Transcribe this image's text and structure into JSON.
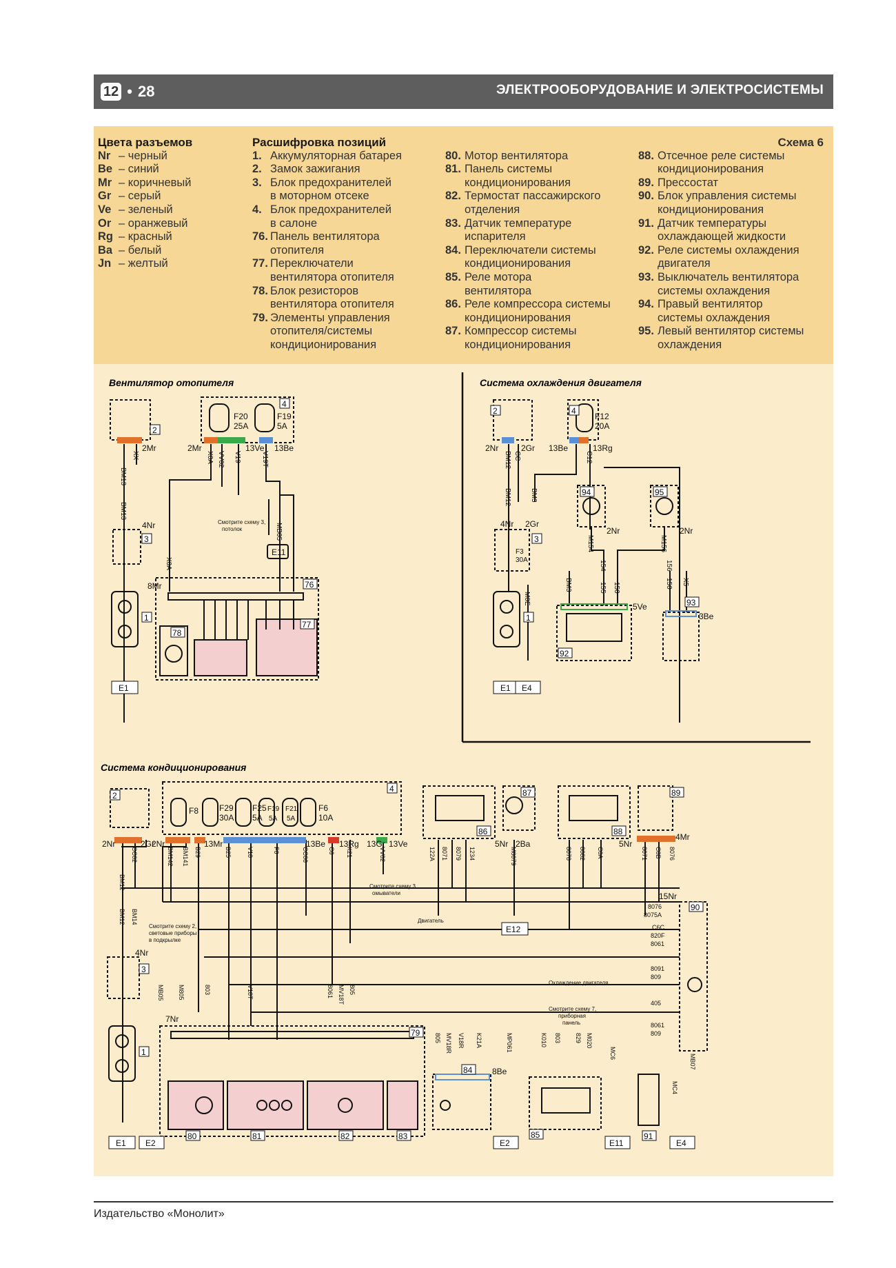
{
  "header": {
    "chapter": "12",
    "page": "28",
    "title": "ЭЛЕКТРООБОРУДОВАНИЕ И ЭЛЕКТРОСИСТЕМЫ"
  },
  "legend": {
    "colors_title": "Цвета разъемов",
    "colors": [
      {
        "code": "Nr",
        "name": "– черный"
      },
      {
        "code": "Be",
        "name": "– синий"
      },
      {
        "code": "Mr",
        "name": "– коричневый"
      },
      {
        "code": "Gr",
        "name": "– серый"
      },
      {
        "code": "Ve",
        "name": "– зеленый"
      },
      {
        "code": "Or",
        "name": "– оранжевый"
      },
      {
        "code": "Rg",
        "name": "– красный"
      },
      {
        "code": "Ba",
        "name": "– белый"
      },
      {
        "code": "Jn",
        "name": "– желтый"
      }
    ],
    "positions_title": "Расшифровка позиций",
    "scheme": "Схема 6",
    "col1": [
      {
        "num": "1.",
        "lines": [
          "Аккумуляторная батарея"
        ]
      },
      {
        "num": "2.",
        "lines": [
          "Замок зажигания"
        ]
      },
      {
        "num": "3.",
        "lines": [
          "Блок предохранителей",
          "в моторном отсеке"
        ]
      },
      {
        "num": "4.",
        "lines": [
          "Блок предохранителей",
          "в салоне"
        ]
      },
      {
        "num": "76.",
        "lines": [
          "Панель вентилятора",
          "отопителя"
        ]
      },
      {
        "num": "77.",
        "lines": [
          "Переключатели",
          "вентилятора отопителя"
        ]
      },
      {
        "num": "78.",
        "lines": [
          "Блок резисторов",
          "вентилятора отопителя"
        ]
      },
      {
        "num": "79.",
        "lines": [
          "Элементы управления",
          "отопителя/системы",
          "кондиционирования"
        ]
      }
    ],
    "col2": [
      {
        "num": "80.",
        "lines": [
          "Мотор вентилятора"
        ]
      },
      {
        "num": "81.",
        "lines": [
          "Панель системы",
          "кондиционирования"
        ]
      },
      {
        "num": "82.",
        "lines": [
          "Термостат пассажирского",
          "отделения"
        ]
      },
      {
        "num": "83.",
        "lines": [
          "Датчик температуре",
          "испарителя"
        ]
      },
      {
        "num": "84.",
        "lines": [
          "Переключатели системы",
          "кондиционирования"
        ]
      },
      {
        "num": "85.",
        "lines": [
          "Реле мотора",
          "вентилятора"
        ]
      },
      {
        "num": "86.",
        "lines": [
          "Реле компрессора системы",
          "кондиционирования"
        ]
      },
      {
        "num": "87.",
        "lines": [
          "Компрессор системы",
          "кондиционирования"
        ]
      }
    ],
    "col3": [
      {
        "num": "88.",
        "lines": [
          "Отсечное реле системы",
          "кондиционирования"
        ]
      },
      {
        "num": "89.",
        "lines": [
          "Прессостат"
        ]
      },
      {
        "num": "90.",
        "lines": [
          "Блок управления системы",
          "кондиционирования"
        ]
      },
      {
        "num": "91.",
        "lines": [
          "Датчик температуры",
          "охлаждающей жидкости"
        ]
      },
      {
        "num": "92.",
        "lines": [
          "Реле системы охлаждения",
          "двигателя"
        ]
      },
      {
        "num": "93.",
        "lines": [
          "Выключатель вентилятора",
          "системы охлаждения"
        ]
      },
      {
        "num": "94.",
        "lines": [
          "Правый вентилятор",
          "системы охлаждения"
        ]
      },
      {
        "num": "95.",
        "lines": [
          "Левый вентилятор системы",
          "охлаждения"
        ]
      }
    ]
  },
  "diagram": {
    "heater_title": "Вентилятор отопителя",
    "cooling_title": "Система охлаждения двигателя",
    "ac_title": "Система кондиционирования",
    "heater_labels": {
      "b2": "2",
      "b4": "4",
      "b3": "3",
      "b1": "1",
      "b76": "76",
      "b77": "77",
      "b78": "78",
      "f20": "F20",
      "f20a": "25A",
      "f19": "F19",
      "f19a": "5A",
      "c2mr": "2Mr",
      "c13ve": "13Ve",
      "c13be": "13Be",
      "c2mr2": "2Mr",
      "c4nr": "4Nr",
      "c8mr": "8Mr",
      "e1": "E1",
      "e11": "E11",
      "see": "Смотрите схему 3,",
      "see2": "потолок",
      "w1": "BM13",
      "w2": "XX",
      "w3": "X0A",
      "w4": "VV02",
      "w5": "V19",
      "w6": "MB05",
      "w7": "V19T",
      "w8": "BM13",
      "w9": "X0A"
    },
    "cooling_labels": {
      "b2": "2",
      "b4": "4",
      "b3": "3",
      "b1": "1",
      "b94": "94",
      "b95": "95",
      "b92": "92",
      "b93": "93",
      "f12": "F12",
      "f12a": "20A",
      "f3": "F3",
      "f3a": "30A",
      "c2nr": "2Nr",
      "c2gr": "2Gr",
      "c13be": "13Be",
      "c13rg": "13Rg",
      "c4nr": "4Nr",
      "c2gr2": "2Gr",
      "c5ve": "5Ve",
      "c3be": "3Be",
      "c2nr2": "2Nr",
      "c2nr3": "2Nr",
      "e1": "E1",
      "e4": "E4",
      "w1": "BM12",
      "w2": "CC",
      "w3": "C12",
      "w4": "BM12",
      "w5": "BM3",
      "w6": "M154",
      "w7": "154",
      "w8": "M156",
      "w9": "156",
      "w10": "M0E",
      "w11": "BM3",
      "w12": "155",
      "w13": "150",
      "w14": "150",
      "w15": "X5"
    },
    "ac_labels": {
      "b2": "2",
      "b4": "4",
      "b3": "3",
      "b1": "1",
      "b79": "79",
      "b80": "80",
      "b81": "81",
      "b82": "82",
      "b83": "83",
      "b84": "84",
      "b85": "85",
      "b86": "86",
      "b87": "87",
      "b88": "88",
      "b89": "89",
      "b90": "90",
      "b91": "91",
      "f8": "F8",
      "f29": "F29",
      "f29a": "30A",
      "f25": "F25",
      "f25a": "5A",
      "f19": "F19",
      "f19a": "5A",
      "f21": "F21",
      "f21a": "5A",
      "f6": "F6",
      "f6a": "10A",
      "c2nr": "2Nr",
      "c2gr": "2Gr",
      "c2nr2": "2Nr",
      "c13mr": "13Mr",
      "c13be": "13Be",
      "c13rg": "13Rg",
      "c13gr": "13Gr",
      "c13ve": "13Ve",
      "c4nr": "4Nr",
      "c7nr": "7Nr",
      "c8be": "8Be",
      "c5nr": "5Nr",
      "c2ba": "2Ba",
      "c4mr": "4Mr",
      "c15nr": "15Nr",
      "c5nr2": "5Nr",
      "e1": "E1",
      "e2": "E2",
      "e2b": "E2",
      "e4": "E4",
      "e11": "E11",
      "e12": "E12",
      "see_a": "Смотрите схему 3,",
      "see_a2": "омыватели",
      "see_b": "Смотрите схему 2,",
      "see_b2": "световые приборы",
      "see_b3": "в подкрылке",
      "see_c": "Смотрите схему 7,",
      "see_c2": "приборная",
      "see_c3": "панель",
      "engine": "Двигатель",
      "cooling": "Охлаждение двигателя",
      "w1": "BM12",
      "w2": "CC02",
      "w3": "BM14",
      "w4": "BM12",
      "w5": "BM142",
      "w6": "BM141",
      "w7": "B29",
      "w8": "B25",
      "w9": "V18",
      "w10": "F6",
      "w11": "CC06",
      "w12": "C6",
      "w13": "K21",
      "w14": "VV02",
      "w15": "8071",
      "w16": "8079",
      "w17": "1234",
      "w18": "122A",
      "w19": "M8079",
      "w20": "8078",
      "w21": "8082",
      "w22": "C0A",
      "w23": "8071",
      "w24": "C8B",
      "w25": "8076",
      "w26": "MB05",
      "w27": "M805",
      "w28": "803",
      "w29": "V18T",
      "w30": "8061",
      "w31": "MV18T",
      "w32": "805",
      "w33": "805",
      "w34": "MV18R",
      "w35": "V18R",
      "w36": "K21A",
      "w37": "MP061",
      "w38": "K010",
      "w39": "803",
      "w40": "829",
      "w41": "M020",
      "w42": "MC6",
      "w43": "MC4",
      "w44": "MB07",
      "n1": "8076",
      "n2": "8075A",
      "n3": "C6C",
      "n4": "820F",
      "n5": "8061",
      "n6": "8091",
      "n7": "809",
      "n8": "405",
      "n9": "8061",
      "n10": "809"
    }
  },
  "footer": {
    "publisher": "Издательство «Монолит»"
  },
  "colors": {
    "header_bg": "#5e5e5e",
    "legend_bg": "#f6d796",
    "diagram_bg": "#fbeccb",
    "connector_orange": "#e0702a",
    "connector_green": "#3aa94a",
    "connector_blue": "#5b8fd6",
    "connector_red": "#d83a2a",
    "module_pink": "#f3cfcf"
  }
}
